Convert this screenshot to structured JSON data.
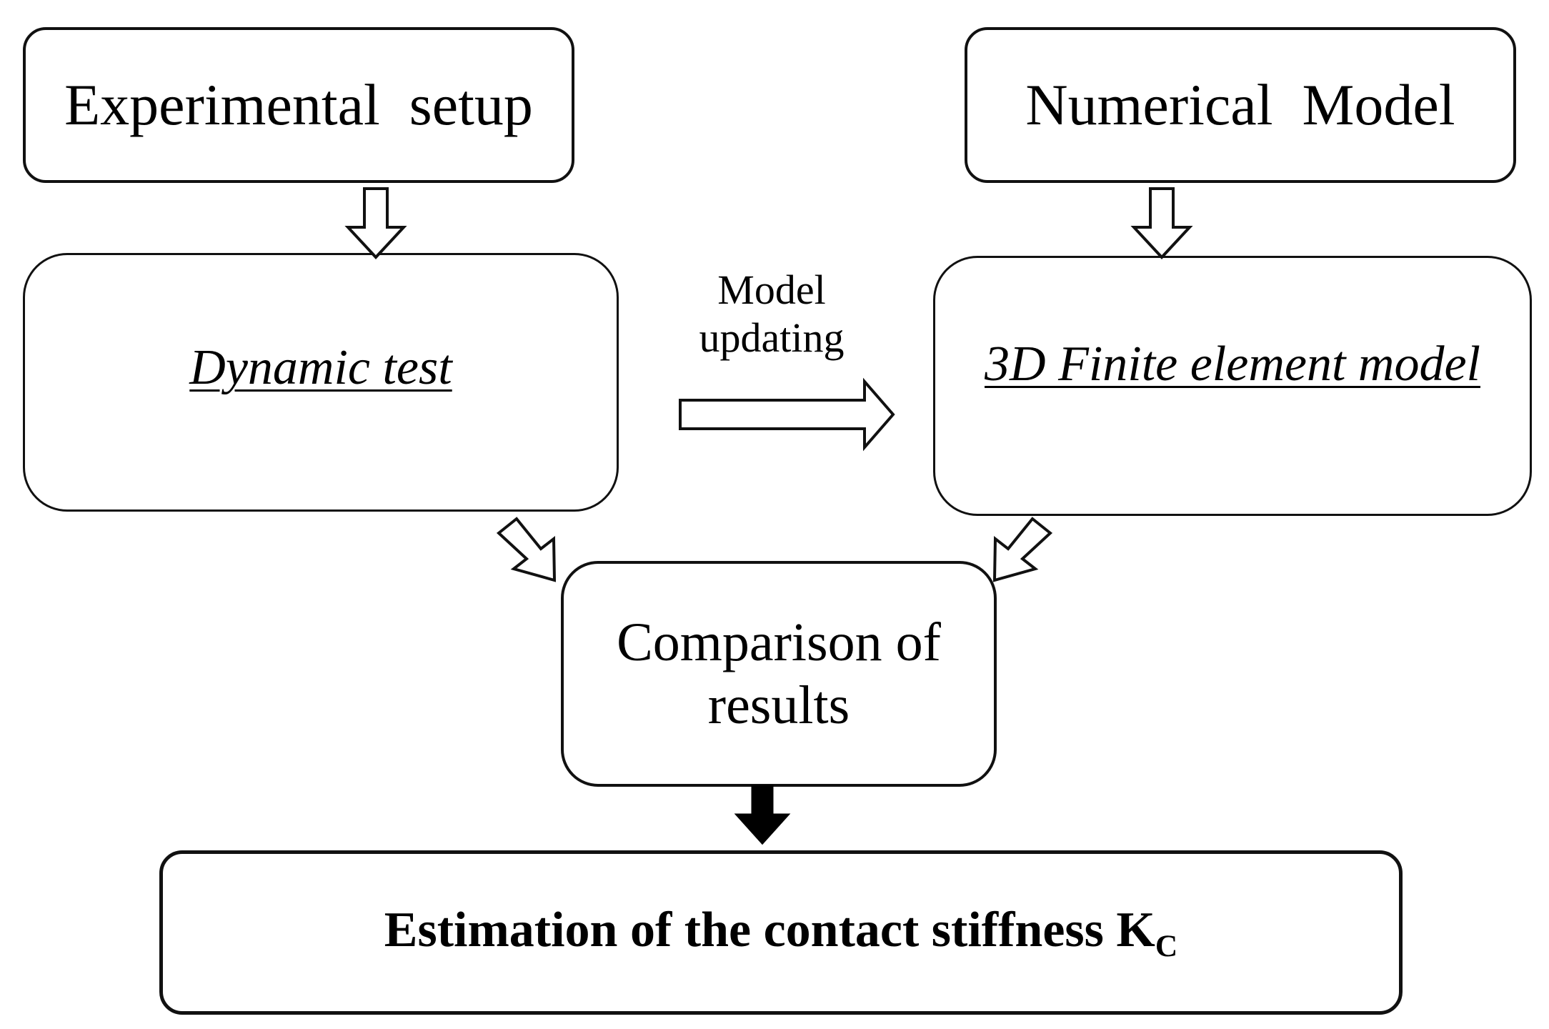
{
  "nodes": {
    "experimental_setup": "Experimental  setup",
    "numerical_model": "Numerical  Model",
    "dynamic_test": "Dynamic test",
    "fem_model": "3D Finite element model",
    "comparison_line1": "Comparison of",
    "comparison_line2": "results",
    "estimation_main": "Estimation of the contact stiffness K",
    "estimation_subscript": "C"
  },
  "edges": {
    "model_updating_line1": "Model",
    "model_updating_line2": "updating"
  },
  "colors": {
    "stroke": "#111111",
    "fill_hollow": "#ffffff",
    "fill_solid": "#000000"
  }
}
